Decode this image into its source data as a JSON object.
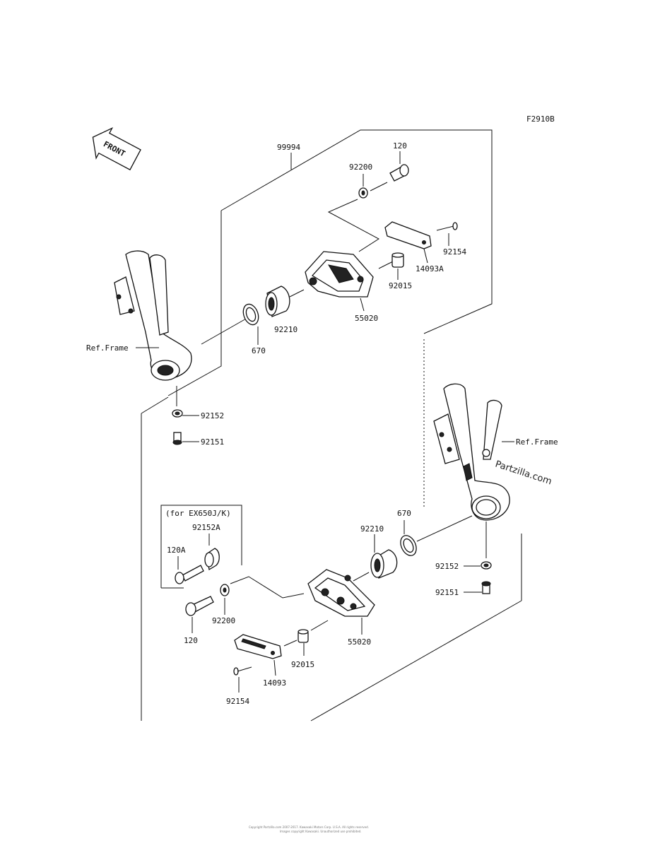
{
  "figure_code": "F2910B",
  "front_marker": "FRONT",
  "variant_note": "(for EX650J/K)",
  "watermark": "Partzilla.com",
  "copyright_line_1": "Copyright Partzilla.com 2007-2017. Kawasaki Motors Corp. U.S.A. All rights reserved.",
  "copyright_line_2": "Images copyright Kawasaki. Unauthorized use prohibited.",
  "labels": {
    "kit": "99994",
    "bolt_top": "120",
    "washer_top": "92200",
    "screw_top": "92154",
    "plate_top": "14093A",
    "collar_top": "92015",
    "slider_top": "55020",
    "spacer_top": "92210",
    "oring_top": "670",
    "frame_left": "Ref.Frame",
    "nut_left": "92152",
    "bolt_left": "92151",
    "frame_right": "Ref.Frame",
    "oring_bot": "670",
    "spacer_bot": "92210",
    "nut_right": "92152",
    "bolt_right": "92151",
    "spacer_variant": "92152A",
    "bolt_variant": "120A",
    "washer_bot": "92200",
    "bolt_bot": "120",
    "slider_bot": "55020",
    "collar_bot": "92015",
    "plate_bot": "14093",
    "screw_bot": "92154"
  }
}
